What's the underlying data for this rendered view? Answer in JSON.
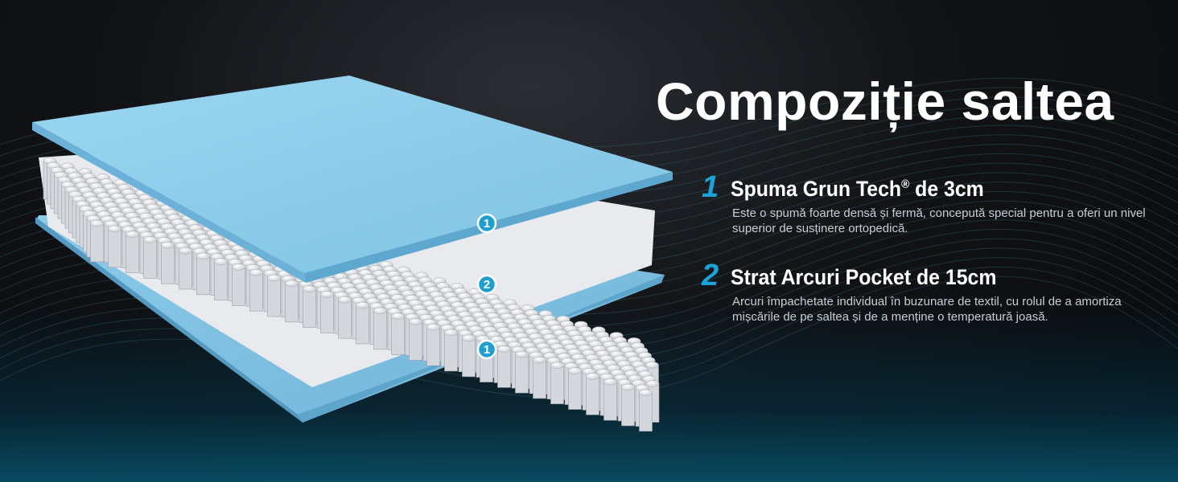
{
  "title": "Compoziție saltea",
  "features": [
    {
      "number": "1",
      "heading": "Spuma Grun Tech",
      "heading_mark": "®",
      "heading_suffix": " de 3cm",
      "description": "Este o spumă foarte densă și fermă, concepută special pentru a oferi un nivel superior de susținere ortopedică."
    },
    {
      "number": "2",
      "heading": "Strat Arcuri Pocket de 15cm",
      "description": "Arcuri împachetate individual în buzunare de textil, cu rolul de a amortiza mișcările de pe saltea și de a menține o temperatură joasă."
    }
  ],
  "badges": [
    "1",
    "2",
    "1"
  ],
  "colors": {
    "accent": "#1aa3d6",
    "foam": "#8fcde9",
    "background": "#0c0e11"
  }
}
